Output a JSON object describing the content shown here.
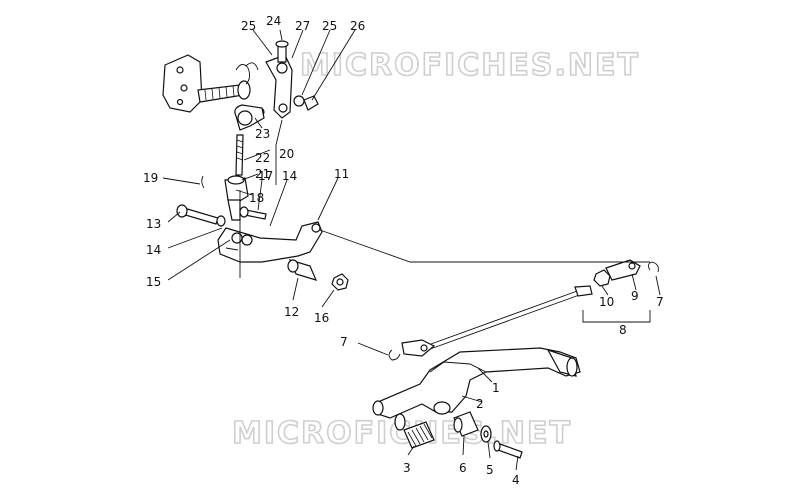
{
  "watermarks": [
    "MICROFICHES.NET",
    "MICROFICHES.NET"
  ],
  "callouts": [
    {
      "id": "c1",
      "label": "1"
    },
    {
      "id": "c2",
      "label": "2"
    },
    {
      "id": "c3",
      "label": "3"
    },
    {
      "id": "c4",
      "label": "4"
    },
    {
      "id": "c5",
      "label": "5"
    },
    {
      "id": "c6",
      "label": "6"
    },
    {
      "id": "c7a",
      "label": "7"
    },
    {
      "id": "c7b",
      "label": "7"
    },
    {
      "id": "c8",
      "label": "8"
    },
    {
      "id": "c9",
      "label": "9"
    },
    {
      "id": "c10",
      "label": "10"
    },
    {
      "id": "c11",
      "label": "11"
    },
    {
      "id": "c12",
      "label": "12"
    },
    {
      "id": "c13",
      "label": "13"
    },
    {
      "id": "c14a",
      "label": "14"
    },
    {
      "id": "c14b",
      "label": "14"
    },
    {
      "id": "c15",
      "label": "15"
    },
    {
      "id": "c16",
      "label": "16"
    },
    {
      "id": "c17",
      "label": "17"
    },
    {
      "id": "c18",
      "label": "18"
    },
    {
      "id": "c19",
      "label": "19"
    },
    {
      "id": "c20",
      "label": "20"
    },
    {
      "id": "c21",
      "label": "21"
    },
    {
      "id": "c22",
      "label": "22"
    },
    {
      "id": "c23",
      "label": "23"
    },
    {
      "id": "c24",
      "label": "24"
    },
    {
      "id": "c25a",
      "label": "25"
    },
    {
      "id": "c25b",
      "label": "25"
    },
    {
      "id": "c26",
      "label": "26"
    },
    {
      "id": "c27",
      "label": "27"
    }
  ]
}
